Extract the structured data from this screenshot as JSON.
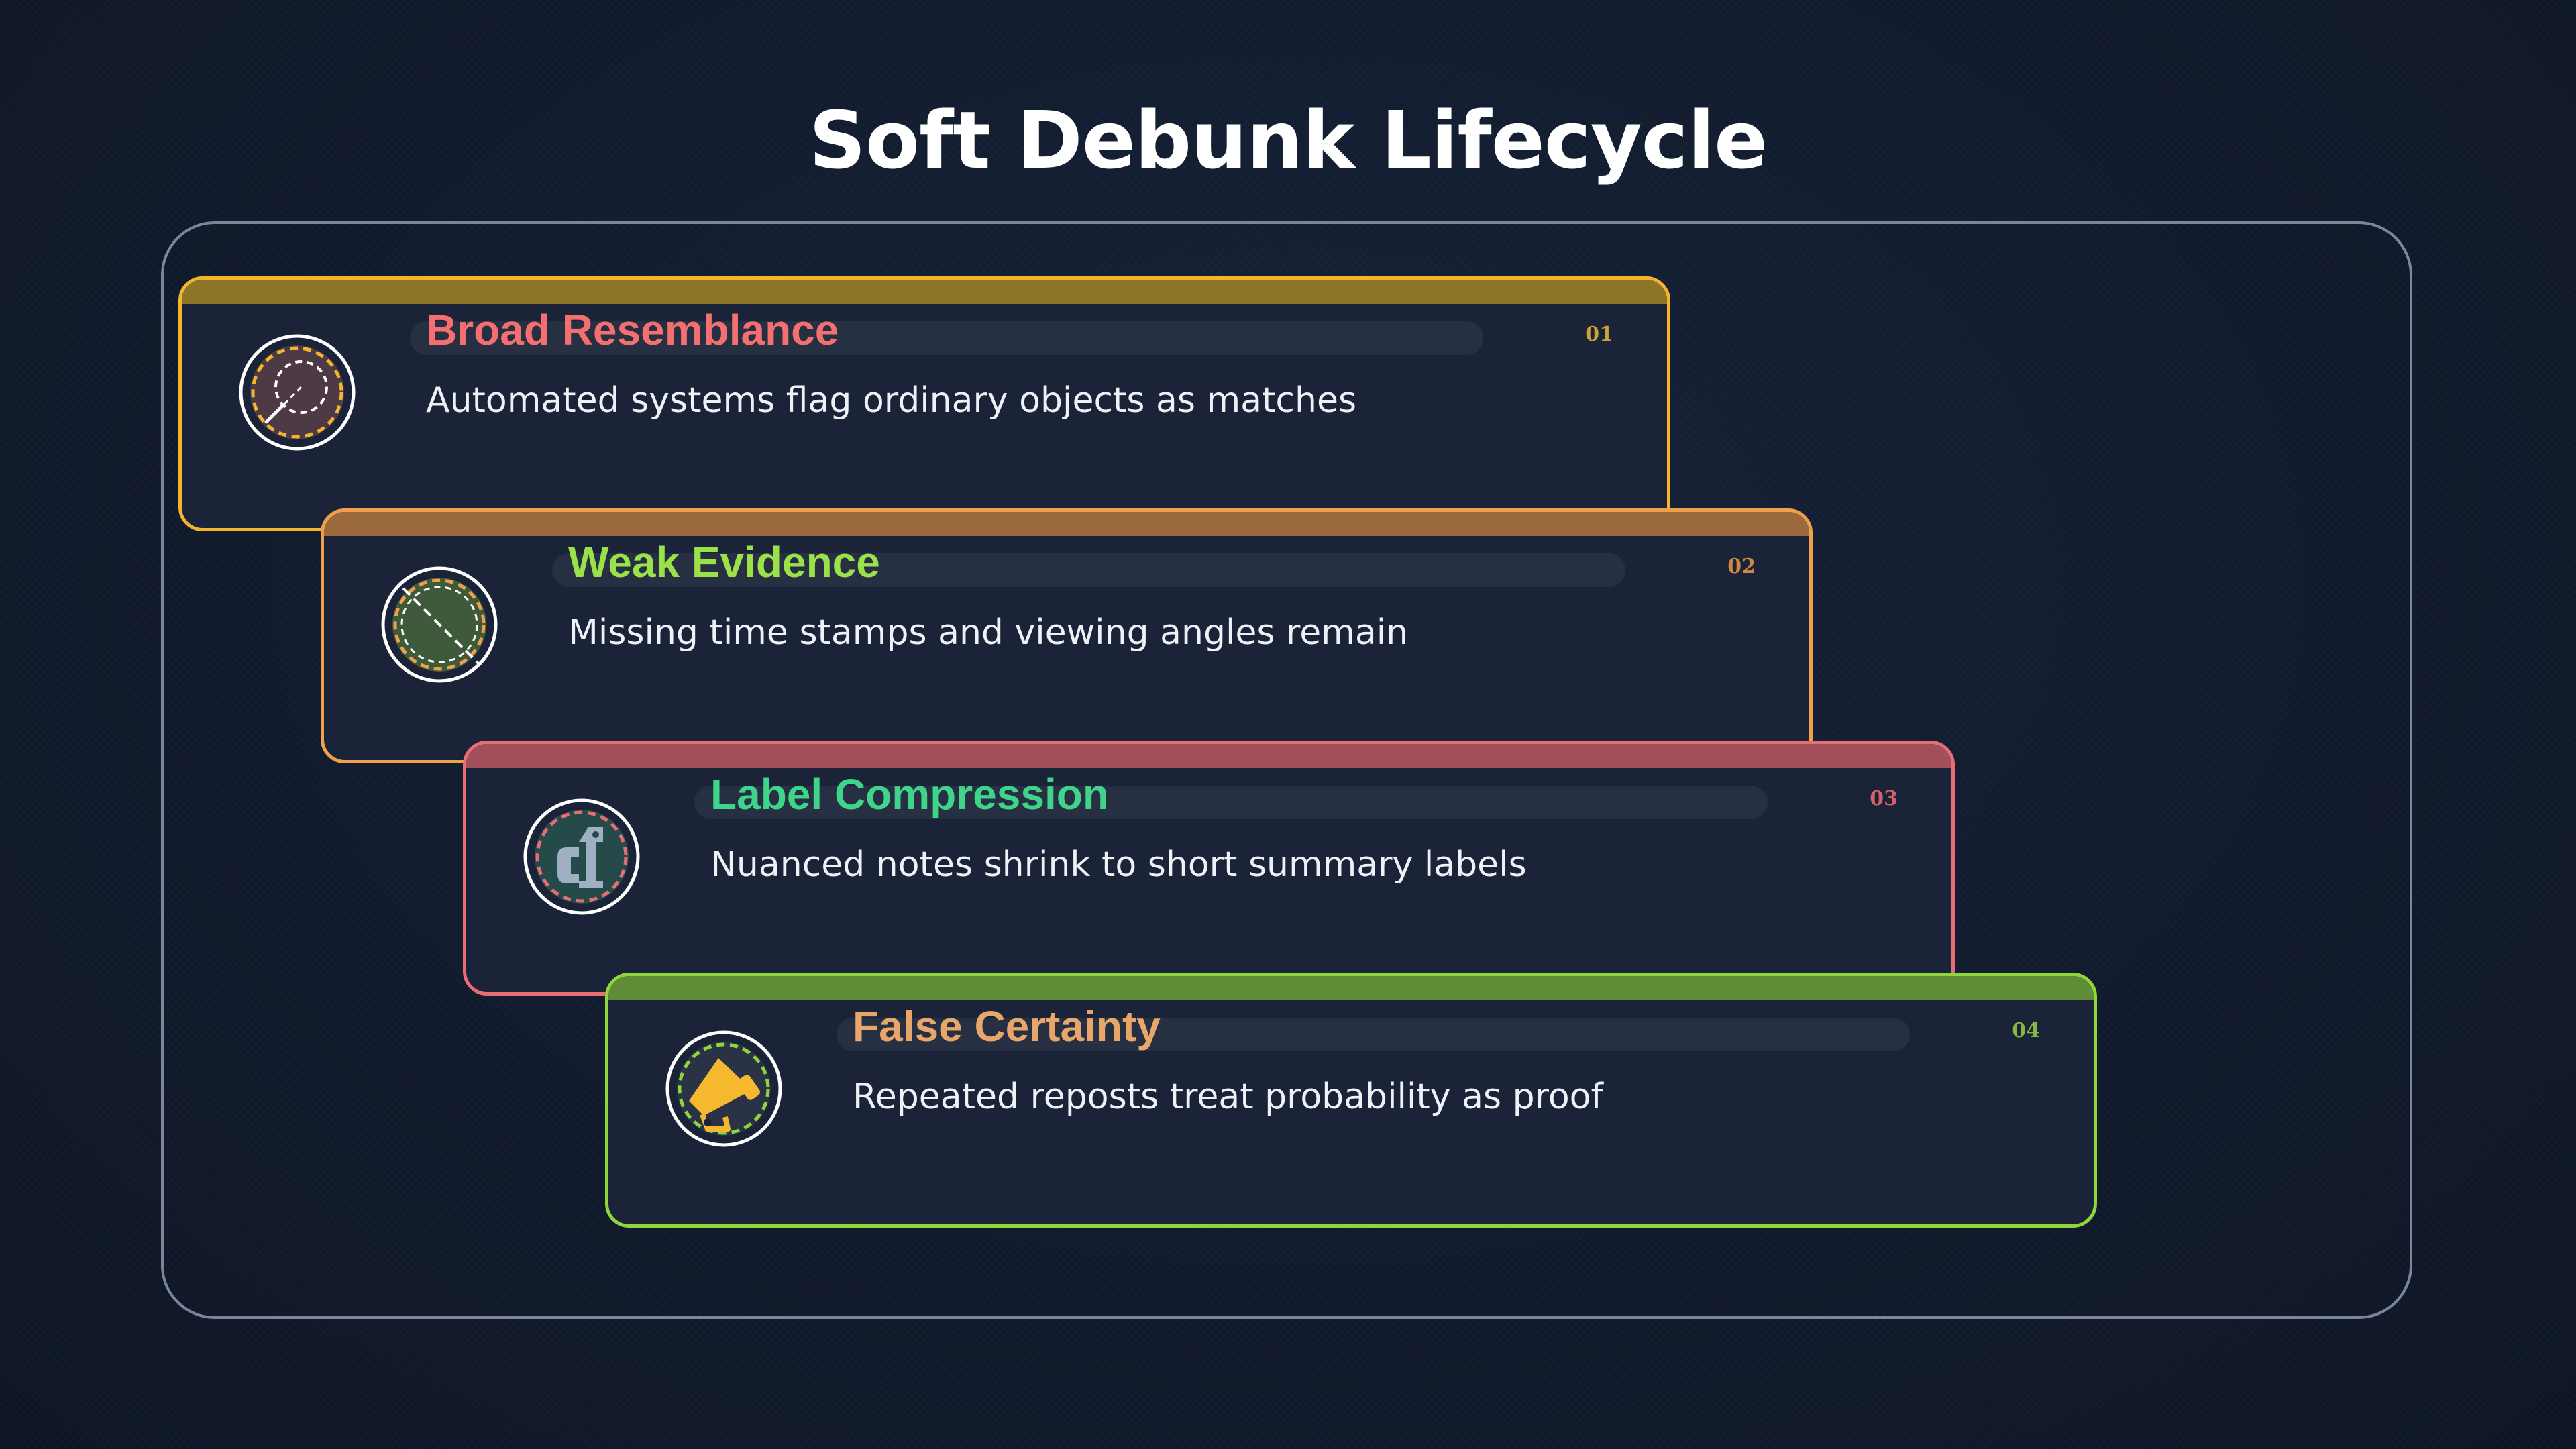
{
  "title": "Soft Debunk Lifecycle",
  "steps": [
    {
      "number": "01",
      "heading": "Broad Resemblance",
      "description": "Automated systems flag ordinary objects as matches",
      "icon": "magnifier-icon",
      "border_color": "#f2b52c",
      "bar_color": "#8e7629",
      "heading_color": "#f47070",
      "number_color": "#c9a334",
      "icon_fill": "#4d3a45",
      "dash_color": "#f2b52c"
    },
    {
      "number": "02",
      "heading": "Weak Evidence",
      "description": "Missing time stamps and viewing angles remain",
      "icon": "no-entry-icon",
      "border_color": "#f0a04a",
      "bar_color": "#9a6a3c",
      "heading_color": "#9be24a",
      "number_color": "#d08843",
      "icon_fill": "#3e5a3a",
      "dash_color": "#f0a04a"
    },
    {
      "number": "03",
      "heading": "Label Compression",
      "description": "Nuanced notes shrink to short summary labels",
      "icon": "clamp-icon",
      "border_color": "#e86e74",
      "bar_color": "#a24f5a",
      "heading_color": "#3ed58a",
      "number_color": "#d2636a",
      "icon_fill": "#244a4a",
      "dash_color": "#e86e74"
    },
    {
      "number": "04",
      "heading": "False Certainty",
      "description": "Repeated reposts treat probability as proof",
      "icon": "megaphone-icon",
      "border_color": "#8ed63a",
      "bar_color": "#5f8c35",
      "heading_color": "#e9a66a",
      "number_color": "#84b83e",
      "icon_fill": "#2a3346",
      "dash_color": "#8ed63a"
    }
  ]
}
